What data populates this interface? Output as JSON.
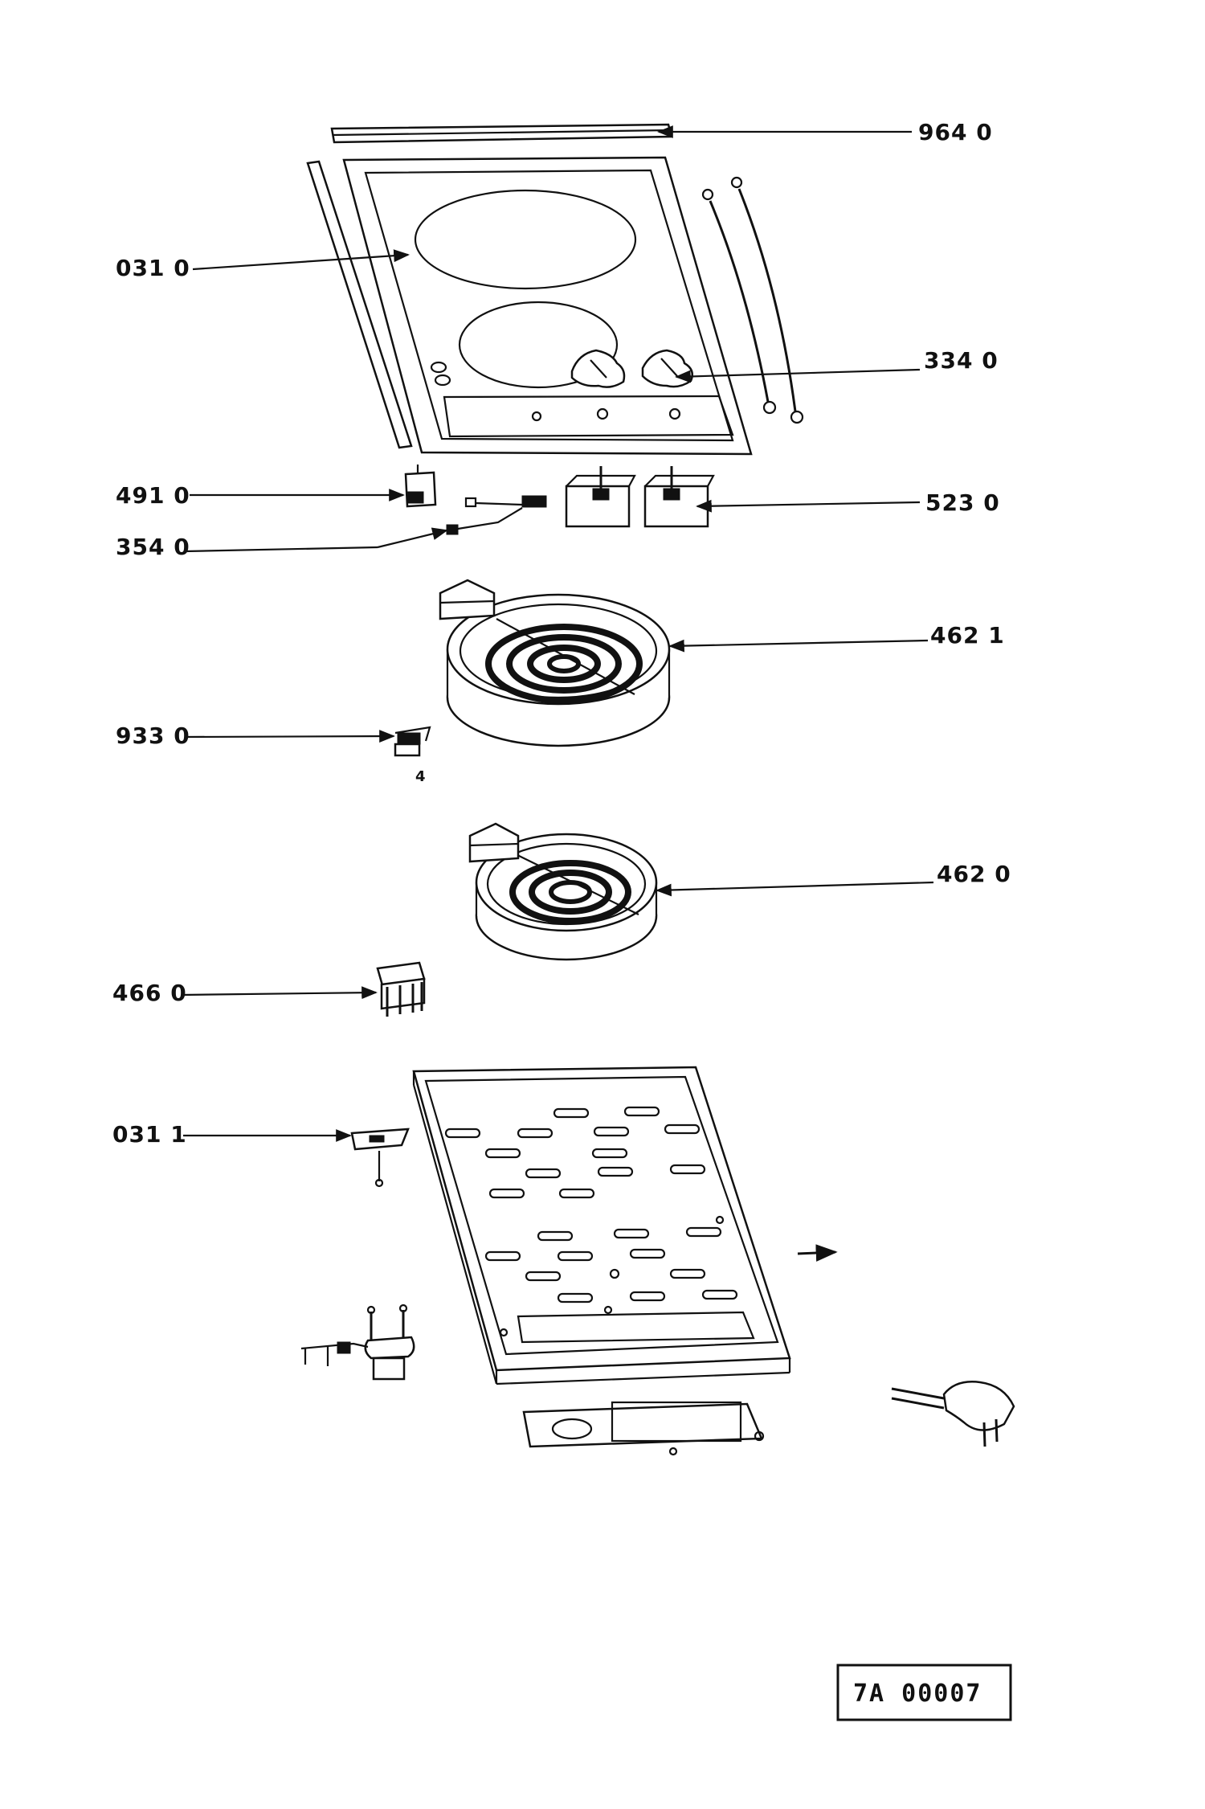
{
  "labels": {
    "l9640": "964 0",
    "l0310": "031 0",
    "l3340": "334 0",
    "l4910": "491 0",
    "l5230": "523 0",
    "l3540": "354 0",
    "l4621": "462 1",
    "l9330": "933 0",
    "l4620": "462 0",
    "l4660": "466 0",
    "l0311": "031 1"
  },
  "small_mark": "4",
  "diagram_code": "7A  00007"
}
